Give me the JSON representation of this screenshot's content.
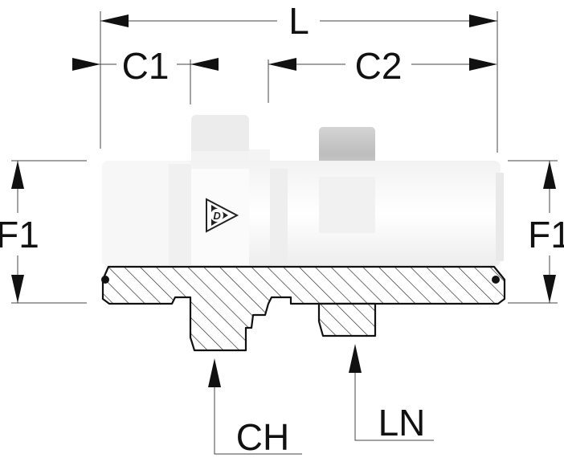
{
  "labels": {
    "length": "L",
    "c1": "C1",
    "c2": "C2",
    "f1_left": "F1",
    "f1_right": "F1",
    "ch": "CH",
    "ln": "LN"
  },
  "logo": {
    "letter": "D"
  },
  "colors": {
    "line": "#111111",
    "body_light": "#f6f6f6",
    "hex_nut_light": "#ececec",
    "hex_nut_dark": "#c9c9c9",
    "section_fill": "#ffffff"
  },
  "icons": {
    "arrowhead": "arrowhead-icon",
    "logo": "dunlop-logo-icon"
  }
}
